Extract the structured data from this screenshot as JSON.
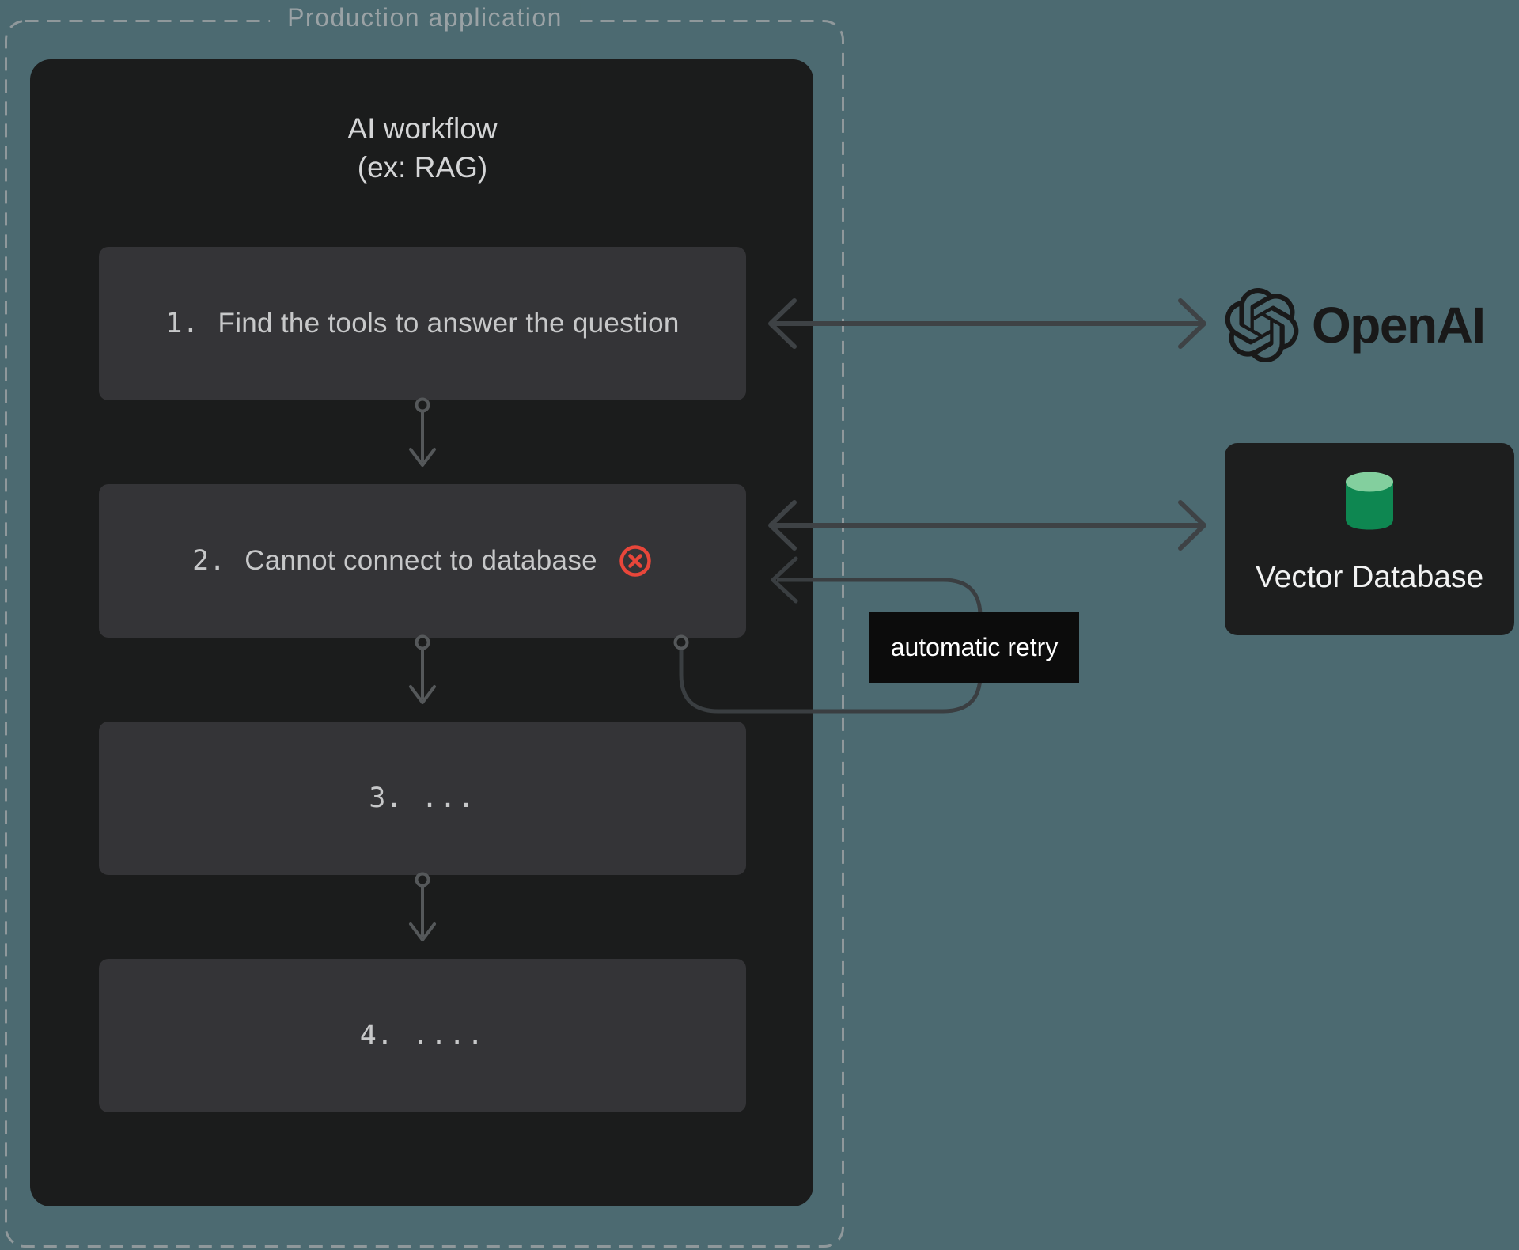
{
  "production_app": {
    "label": "Production application"
  },
  "workflow": {
    "title_line1": "AI workflow",
    "title_line2": "(ex: RAG)",
    "steps": [
      {
        "number": "1.",
        "text": "Find the tools to answer the question",
        "error": false
      },
      {
        "number": "2.",
        "text": "Cannot connect to database",
        "error": true
      },
      {
        "number": "3.",
        "text": "...",
        "error": false
      },
      {
        "number": "4.",
        "text": "....",
        "error": false
      }
    ]
  },
  "retry": {
    "label": "automatic retry"
  },
  "services": {
    "openai": {
      "name": "OpenAI",
      "icon": "openai-logo-icon"
    },
    "vector_db": {
      "label": "Vector Database",
      "icon": "database-cylinder-icon"
    }
  },
  "colors": {
    "background": "#4c6a71",
    "app_container": "#1b1c1c",
    "step_box": "#343437",
    "dashed_border": "#8f989b",
    "arrow": "#3e4245",
    "connector": "#55585a",
    "error_red": "#e8463a",
    "retry_label_bg": "#0c0c0c",
    "cylinder_top": "#83cf9e",
    "cylinder_body": "#0e8751",
    "openai_logo": "#191919"
  }
}
